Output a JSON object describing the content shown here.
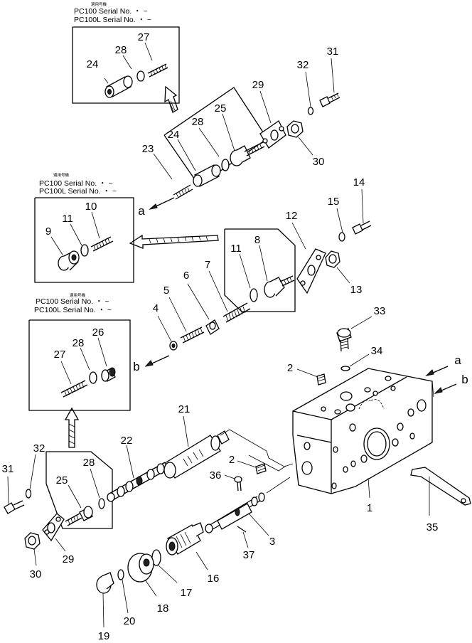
{
  "serials": [
    {
      "tag": "適用号機",
      "lines": [
        "PC100  Serial No. ・ ~",
        "PC100L Serial No. ・ ~"
      ]
    },
    {
      "tag": "適用号機",
      "lines": [
        "PC100  Serial No. ・ ~",
        "PC100L Serial No. ・ ~"
      ]
    },
    {
      "tag": "適用号機",
      "lines": [
        "PC100  Serial No. ・ ~",
        "PC100L Serial No. ・ ~"
      ]
    }
  ],
  "flow_labels": {
    "a": "a",
    "b": "b"
  },
  "part_numbers": [
    "1",
    "2",
    "2",
    "3",
    "4",
    "5",
    "6",
    "7",
    "8",
    "9",
    "10",
    "11",
    "11",
    "12",
    "13",
    "14",
    "15",
    "16",
    "17",
    "18",
    "19",
    "20",
    "21",
    "22",
    "23",
    "24",
    "24",
    "25",
    "25",
    "26",
    "27",
    "27",
    "28",
    "28",
    "28",
    "28",
    "29",
    "29",
    "30",
    "30",
    "31",
    "31",
    "32",
    "32",
    "33",
    "34",
    "35",
    "36",
    "37"
  ]
}
